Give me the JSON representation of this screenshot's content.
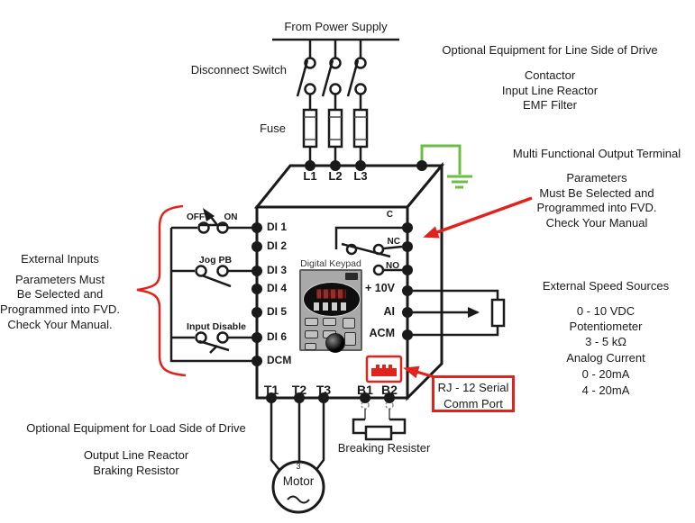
{
  "colors": {
    "wire": "#1a1a1a",
    "annotation_red": "#e0231c",
    "ground_green": "#6cbd45"
  },
  "power": {
    "supply_label": "From Power Supply",
    "disconnect_label": "Disconnect Switch",
    "fuse_label": "Fuse"
  },
  "line_side": {
    "title": "Optional Equipment for Line Side of Drive",
    "items": [
      "Contactor",
      "Input Line Reactor",
      "EMF Filter"
    ]
  },
  "output_terminal": {
    "title": "Multi Functional Output Terminal",
    "lines": [
      "Parameters",
      "Must Be Selected and",
      "Programmed into FVD.",
      "Check Your Manual"
    ]
  },
  "speed_sources": {
    "title": "External Speed Sources",
    "items": [
      "0 - 10 VDC",
      "Potentiometer",
      "3 - 5 kΩ",
      "Analog Current",
      "0 - 20mA",
      "4 - 20mA"
    ]
  },
  "external_inputs": {
    "title": "External Inputs",
    "lines": [
      "Parameters Must",
      "Be Selected and",
      "Programmed into FVD.",
      "Check Your Manual."
    ]
  },
  "load_side": {
    "title": "Optional Equipment for Load Side of Drive",
    "items": [
      "Output Line Reactor",
      "Braking Resistor"
    ]
  },
  "rj12": {
    "lines": [
      "RJ - 12 Serial",
      "Comm Port"
    ]
  },
  "switches": {
    "off": "OFF",
    "on": "ON",
    "jog": "Jog PB",
    "input_disable": "Input Disable"
  },
  "drive": {
    "keypad_label": "Digital Keypad",
    "top_terminals": [
      "L1",
      "L2",
      "L3"
    ],
    "left_terminals": [
      "DI 1",
      "DI 2",
      "DI 3",
      "DI 4",
      "DI 5",
      "DI 6",
      "DCM"
    ],
    "relay_terminals": [
      "C",
      "NC",
      "NO"
    ],
    "analog_terminals": [
      "+ 10V",
      "AI",
      "ACM"
    ],
    "bottom_terminals": [
      "T1",
      "T2",
      "T3",
      "B1",
      "B2"
    ]
  },
  "motor": {
    "phases": "3",
    "label": "Motor"
  },
  "braking": {
    "label": "Breaking Resister"
  },
  "icons": {
    "ground": "earth-ground-icon",
    "rj12_port": "rj12-connector-icon",
    "keypad": "digital-keypad-image",
    "potentiometer": "potentiometer-icon",
    "motor": "motor-icon"
  }
}
